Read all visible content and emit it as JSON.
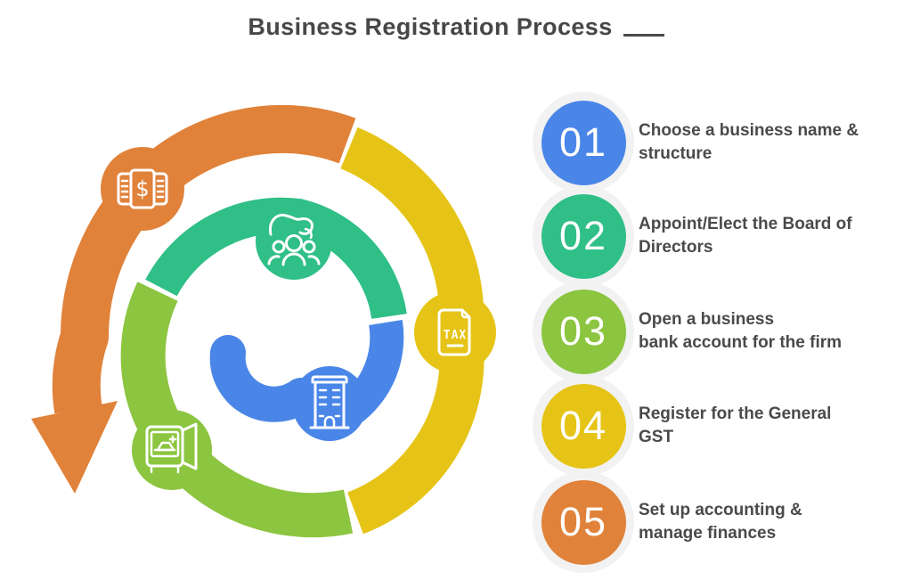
{
  "title": {
    "text": "Business Registration Process",
    "underline_decoration": "horizontal-line"
  },
  "colors": {
    "background": "#ffffff",
    "title_text": "#474747",
    "label_text": "#4a4a4a",
    "badge_halo": "#f2f2f2",
    "blue": "#4a86e8",
    "green": "#2fbf87",
    "light_green": "#8cc540",
    "yellow": "#e6c417",
    "orange": "#e0823a"
  },
  "steps": [
    {
      "number": "01",
      "color": "#4a86e8",
      "line1": "Choose a business name &",
      "line2": "structure",
      "icon": "building-icon"
    },
    {
      "number": "02",
      "color": "#2fbf87",
      "line1": "Appoint/Elect the Board of",
      "line2": "Directors",
      "icon": "team-hand-icon"
    },
    {
      "number": "03",
      "color": "#8cc540",
      "line1": "Open a business",
      "line2": "bank account for the firm",
      "icon": "safe-icon"
    },
    {
      "number": "04",
      "color": "#e6c417",
      "line1": "Register for the General",
      "line2": "GST",
      "icon": "tax-document-icon"
    },
    {
      "number": "05",
      "color": "#e0823a",
      "line1": "Set up accounting &",
      "line2": "manage finances",
      "icon": "money-icon"
    }
  ],
  "diagram": {
    "type": "spiral-arrow-cycle",
    "segments": [
      {
        "step": 1,
        "color": "#4a86e8",
        "icon": "building-icon"
      },
      {
        "step": 2,
        "color": "#2fbf87",
        "icon": "team-hand-icon"
      },
      {
        "step": 3,
        "color": "#8cc540",
        "icon": "safe-icon"
      },
      {
        "step": 4,
        "color": "#e6c417",
        "icon": "tax-document-icon"
      },
      {
        "step": 5,
        "color": "#e0823a",
        "icon": "money-icon"
      }
    ],
    "tax_label": "TAX",
    "dollar_sign": "$"
  }
}
